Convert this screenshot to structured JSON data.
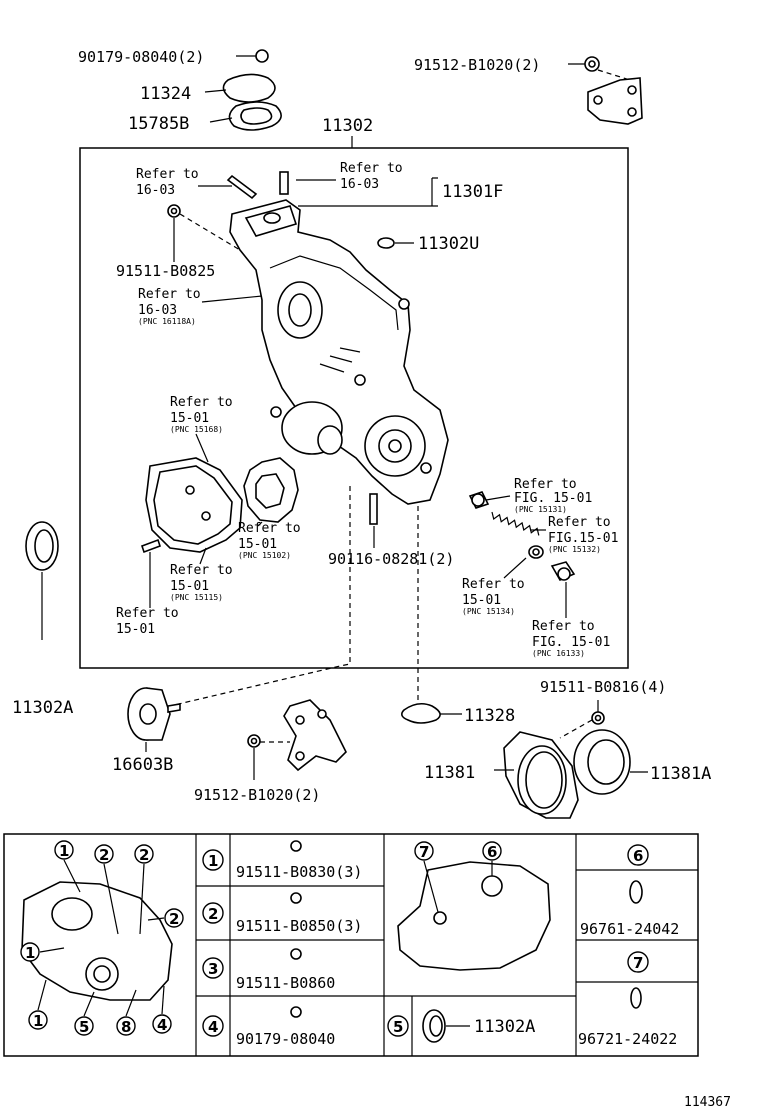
{
  "top": {
    "bolt_90179_08040": "90179-08040(2)",
    "part_11324": "11324",
    "part_15785B": "15785B",
    "part_11302": "11302",
    "nut_91512_B1020_top": "91512-B1020(2)",
    "part_11301F": "11301F",
    "part_11302U": "11302U",
    "bolt_91511_B0825": "91511-B0825",
    "refer_a_line1": "Refer to",
    "refer_a_line2": "16-03",
    "refer_b_line1": "Refer to",
    "refer_b_line2": "16-03",
    "refer_c_line1": "Refer to",
    "refer_c_line2": "16-03",
    "refer_c_pnc": "(PNC 16118A)",
    "refer_d_line1": "Refer to",
    "refer_d_line2": "15-01",
    "refer_d_pnc": "(PNC 15168)",
    "refer_e_line1": "Refer to",
    "refer_e_line2": "15-01",
    "refer_e_pnc": "(PNC 15102)",
    "refer_f_line1": "Refer to",
    "refer_f_line2": "15-01",
    "refer_f_pnc": "(PNC 15115)",
    "refer_g_line1": "Refer to",
    "refer_g_line2": "15-01",
    "refer_h_line1": "Refer to",
    "refer_h_line2": "FIG. 15-01",
    "refer_h_pnc": "(PNC 15131)",
    "refer_i_line1": "Refer to",
    "refer_i_line2": "FIG.15-01",
    "refer_i_pnc": "(PNC 15132)",
    "refer_j_line1": "Refer to",
    "refer_j_line2": "15-01",
    "refer_j_pnc": "(PNC 15134)",
    "refer_k_line1": "Refer to",
    "refer_k_line2": "FIG. 15-01",
    "refer_k_pnc": "(PNC 16133)",
    "bolt_90116_08281": "90116-08281(2)",
    "part_11302A": "11302A",
    "part_16603B": "16603B",
    "part_11328": "11328",
    "bolt_91511_B0816": "91511-B0816(4)",
    "part_11381": "11381",
    "part_11381A": "11381A",
    "nut_91512_B1020_bottom": "91512-B1020(2)"
  },
  "legend": {
    "n1": "1",
    "p1": "91511-B0830(3)",
    "n2": "2",
    "p2": "91511-B0850(3)",
    "n3": "3",
    "p3": "91511-B0860",
    "n4": "4",
    "p4": "90179-08040",
    "n5": "5",
    "p5": "11302A",
    "n6": "6",
    "p6": "96761-24042",
    "n7": "7",
    "p7": "96721-24022"
  },
  "footer": {
    "diagram_number": "114367"
  }
}
